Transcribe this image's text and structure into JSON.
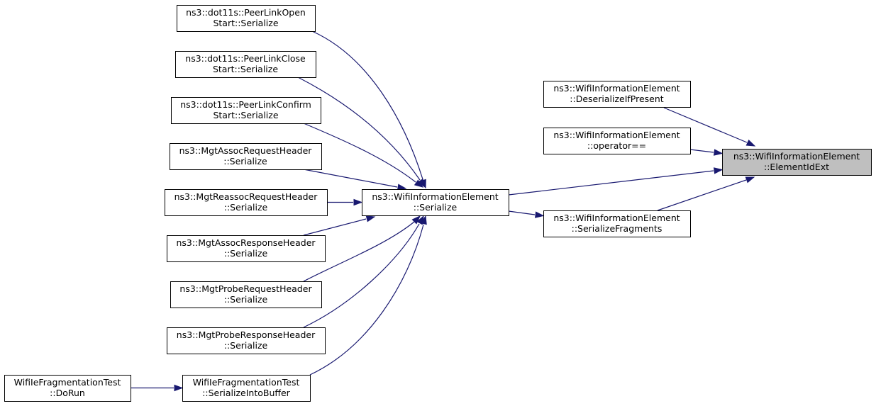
{
  "nodes": [
    {
      "id": "plOpen",
      "lines": [
        "ns3::dot11s::PeerLinkOpen",
        "Start::Serialize"
      ],
      "highlight": false
    },
    {
      "id": "plClose",
      "lines": [
        "ns3::dot11s::PeerLinkClose",
        "Start::Serialize"
      ],
      "highlight": false
    },
    {
      "id": "plConfirm",
      "lines": [
        "ns3::dot11s::PeerLinkConfirm",
        "Start::Serialize"
      ],
      "highlight": false
    },
    {
      "id": "assocReq",
      "lines": [
        "ns3::MgtAssocRequestHeader",
        "::Serialize"
      ],
      "highlight": false
    },
    {
      "id": "reassocReq",
      "lines": [
        "ns3::MgtReassocRequestHeader",
        "::Serialize"
      ],
      "highlight": false
    },
    {
      "id": "assocResp",
      "lines": [
        "ns3::MgtAssocResponseHeader",
        "::Serialize"
      ],
      "highlight": false
    },
    {
      "id": "probeReq",
      "lines": [
        "ns3::MgtProbeRequestHeader",
        "::Serialize"
      ],
      "highlight": false
    },
    {
      "id": "probeResp",
      "lines": [
        "ns3::MgtProbeResponseHeader",
        "::Serialize"
      ],
      "highlight": false
    },
    {
      "id": "doRun",
      "lines": [
        "WifiIeFragmentationTest",
        "::DoRun"
      ],
      "highlight": false
    },
    {
      "id": "serBuf",
      "lines": [
        "WifiIeFragmentationTest",
        "::SerializeIntoBuffer"
      ],
      "highlight": false
    },
    {
      "id": "wieSer",
      "lines": [
        "ns3::WifiInformationElement",
        "::Serialize"
      ],
      "highlight": false
    },
    {
      "id": "deserIf",
      "lines": [
        "ns3::WifiInformationElement",
        "::DeserializeIfPresent"
      ],
      "highlight": false
    },
    {
      "id": "opEq",
      "lines": [
        "ns3::WifiInformationElement",
        "::operator=="
      ],
      "highlight": false
    },
    {
      "id": "serFrag",
      "lines": [
        "ns3::WifiInformationElement",
        "::SerializeFragments"
      ],
      "highlight": false
    },
    {
      "id": "elemIdExt",
      "lines": [
        "ns3::WifiInformationElement",
        "::ElementIdExt"
      ],
      "highlight": true
    }
  ],
  "edges": [
    {
      "from": "wieSer",
      "to": "elemIdExt"
    },
    {
      "from": "deserIf",
      "to": "elemIdExt"
    },
    {
      "from": "opEq",
      "to": "elemIdExt"
    },
    {
      "from": "serFrag",
      "to": "elemIdExt"
    },
    {
      "from": "wieSer",
      "to": "serFrag"
    },
    {
      "from": "plOpen",
      "to": "wieSer"
    },
    {
      "from": "plClose",
      "to": "wieSer"
    },
    {
      "from": "plConfirm",
      "to": "wieSer"
    },
    {
      "from": "assocReq",
      "to": "wieSer"
    },
    {
      "from": "reassocReq",
      "to": "wieSer"
    },
    {
      "from": "assocResp",
      "to": "wieSer"
    },
    {
      "from": "probeReq",
      "to": "wieSer"
    },
    {
      "from": "probeResp",
      "to": "wieSer"
    },
    {
      "from": "serBuf",
      "to": "wieSer"
    },
    {
      "from": "doRun",
      "to": "serBuf"
    }
  ],
  "colors": {
    "edge": "#191970",
    "highlight_fill": "#bfbfbf",
    "node_border": "#000000"
  }
}
